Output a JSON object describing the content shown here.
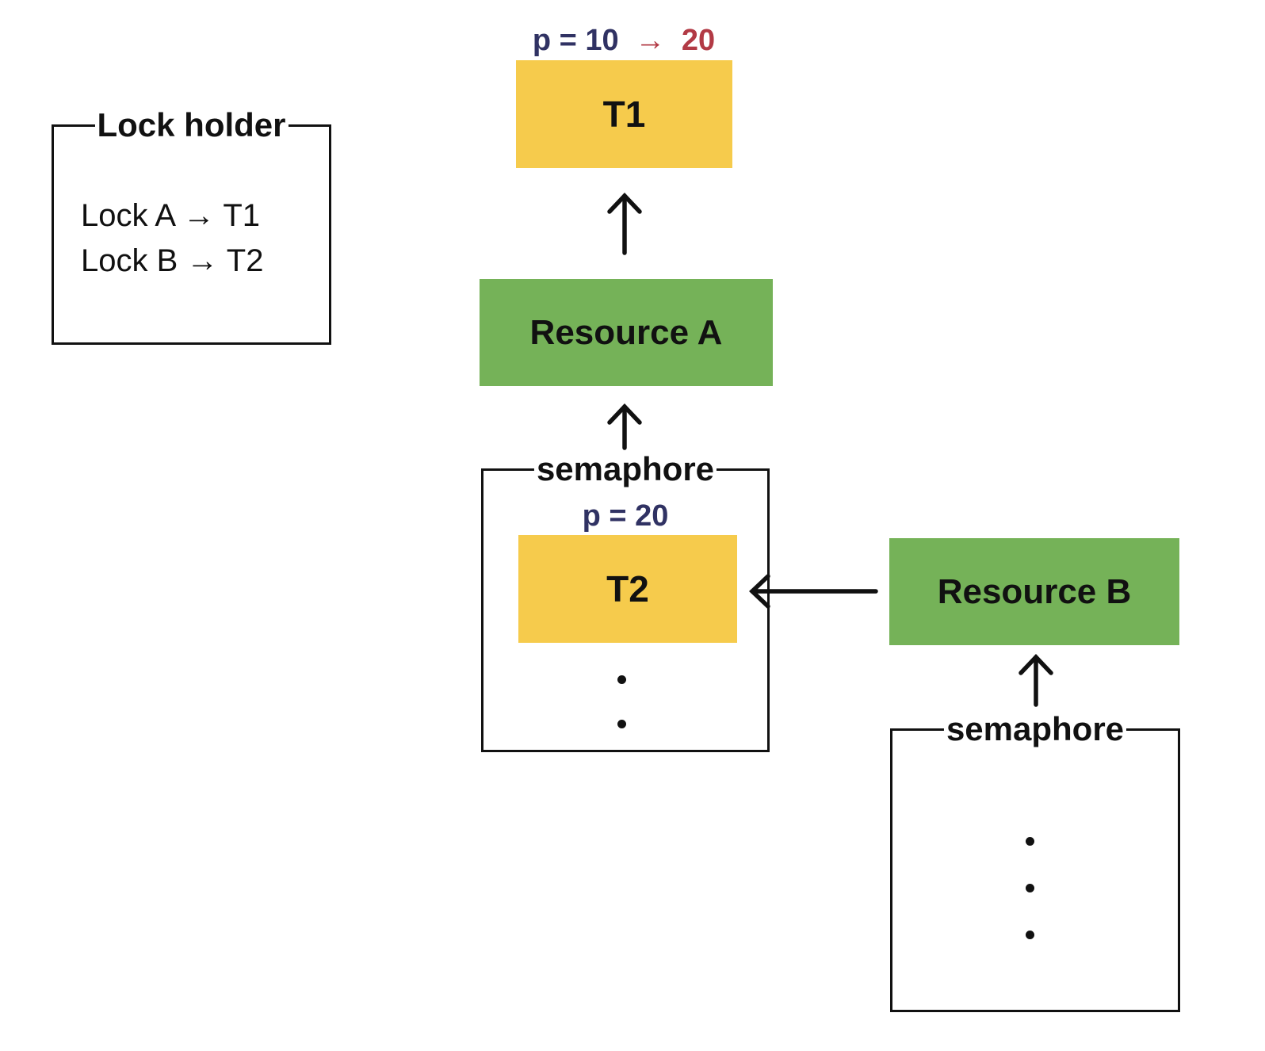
{
  "colors": {
    "yellow": "#F6CB4C",
    "green": "#75B258",
    "navy": "#303263",
    "red": "#B23A45",
    "ink": "#111111"
  },
  "lock_holder": {
    "title": "Lock holder",
    "entries": [
      "Lock A → T1",
      "Lock B → T2"
    ]
  },
  "t1": {
    "label": "T1",
    "priority_old": "p = 10",
    "priority_arrow": "→",
    "priority_new": "20"
  },
  "resource_a": {
    "label": "Resource A"
  },
  "semaphore_a": {
    "title": "semaphore",
    "priority": "p = 20",
    "task": "T2",
    "queue_dots": 2
  },
  "resource_b": {
    "label": "Resource B"
  },
  "semaphore_b": {
    "title": "semaphore",
    "queue_dots": 3
  }
}
